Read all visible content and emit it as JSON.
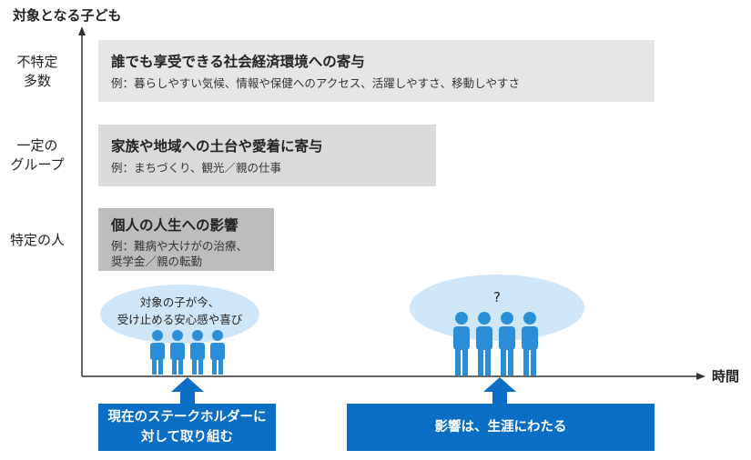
{
  "y_axis_title": "対象となる子ども",
  "x_axis_label": "時間",
  "y_levels": [
    {
      "text": "不特定\n多数"
    },
    {
      "text": "一定の\nグループ"
    },
    {
      "text": "特定の人"
    }
  ],
  "bands": [
    {
      "title": "誰でも享受できる社会経済環境への寄与",
      "example": "例：暮らしやすい気候、情報や保健へのアクセス、活躍しやすさ、移動しやすさ"
    },
    {
      "title": "家族や地域への土台や愛着に寄与",
      "example": "例：まちづくり、観光／親の仕事"
    },
    {
      "title": "個人の人生への影響",
      "example": "例：難病や大けがの治療、\n奨学金／親の転勤"
    }
  ],
  "bubbles": [
    {
      "text": "対象の子が今、\n受け止める安心感や喜び"
    },
    {
      "text": "?"
    }
  ],
  "callouts": [
    {
      "text": "現在のステークホルダーに\n対して取り組む"
    },
    {
      "text": "影響は、生涯にわたる"
    }
  ],
  "colors": {
    "band_light": "#e6e6e6",
    "band_mid": "#dadada",
    "band_dark": "#bdbdbd",
    "axis": "#333333",
    "bubble": "#cfe6f8",
    "person": "#2a8fd8",
    "callout": "#0a6fc4"
  }
}
